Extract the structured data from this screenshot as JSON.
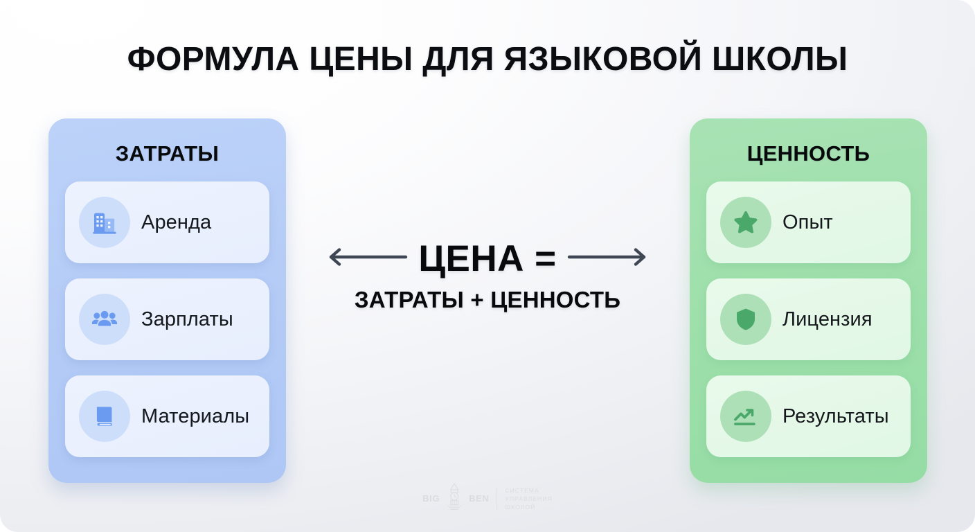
{
  "title": "ФОРМУЛА ЦЕНЫ ДЛЯ ЯЗЫКОВОЙ ШКОЛЫ",
  "panels": {
    "left": {
      "heading": "ЗАТРАТЫ",
      "accent": "#b4cbf6",
      "card_bg": "#e8effd",
      "icon_circle": "#cddefb",
      "icon_color": "#6b9bf0",
      "items": [
        {
          "label": "Аренда",
          "icon": "building-icon"
        },
        {
          "label": "Зарплаты",
          "icon": "people-icon"
        },
        {
          "label": "Материалы",
          "icon": "book-icon"
        }
      ]
    },
    "right": {
      "heading": "ЦЕННОСТЬ",
      "accent": "#9ddfaa",
      "card_bg": "#e4f8e6",
      "icon_circle": "#aee0b8",
      "icon_color": "#4ba86b",
      "items": [
        {
          "label": "Опыт",
          "icon": "star-icon"
        },
        {
          "label": "Лицензия",
          "icon": "shield-icon"
        },
        {
          "label": "Результаты",
          "icon": "trending-up-icon"
        }
      ]
    }
  },
  "center": {
    "formula_main": "ЦЕНА =",
    "formula_sub": "ЗАТРАТЫ + ЦЕННОСТЬ",
    "left_arrow": "arrow-left-icon",
    "right_arrow": "arrow-right-icon",
    "arrow_color": "#3f4654"
  },
  "footer": {
    "logo_left": "BIG",
    "logo_right": "BEN",
    "logo_mark": "clock-tower-icon",
    "tagline_line1": "СИСТЕМА",
    "tagline_line2": "УПРАВЛЕНИЯ",
    "tagline_line3": "ШКОЛОЙ"
  }
}
